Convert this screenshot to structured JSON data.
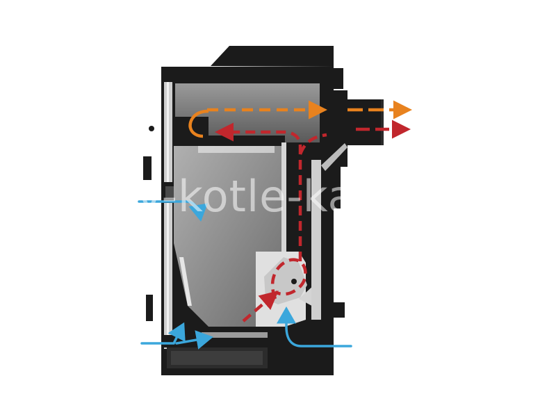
{
  "watermark": {
    "text": "akov-kotle-kamna"
  },
  "colors": {
    "background": "#ffffff",
    "boiler_body": "#1b1b1b",
    "chamber_gray": "#8f8f8f",
    "panel_light": "#d9d9d9",
    "air_flow": "#3ba7dc",
    "flue_gas_hot": "#c1272d",
    "flue_gas_exhaust": "#e8821e"
  },
  "icons": {
    "air_inlet": "blue-arrow",
    "flue_gas_hot": "red-dashed-arrow",
    "flue_gas_exhaust": "orange-dashed-arrow"
  }
}
